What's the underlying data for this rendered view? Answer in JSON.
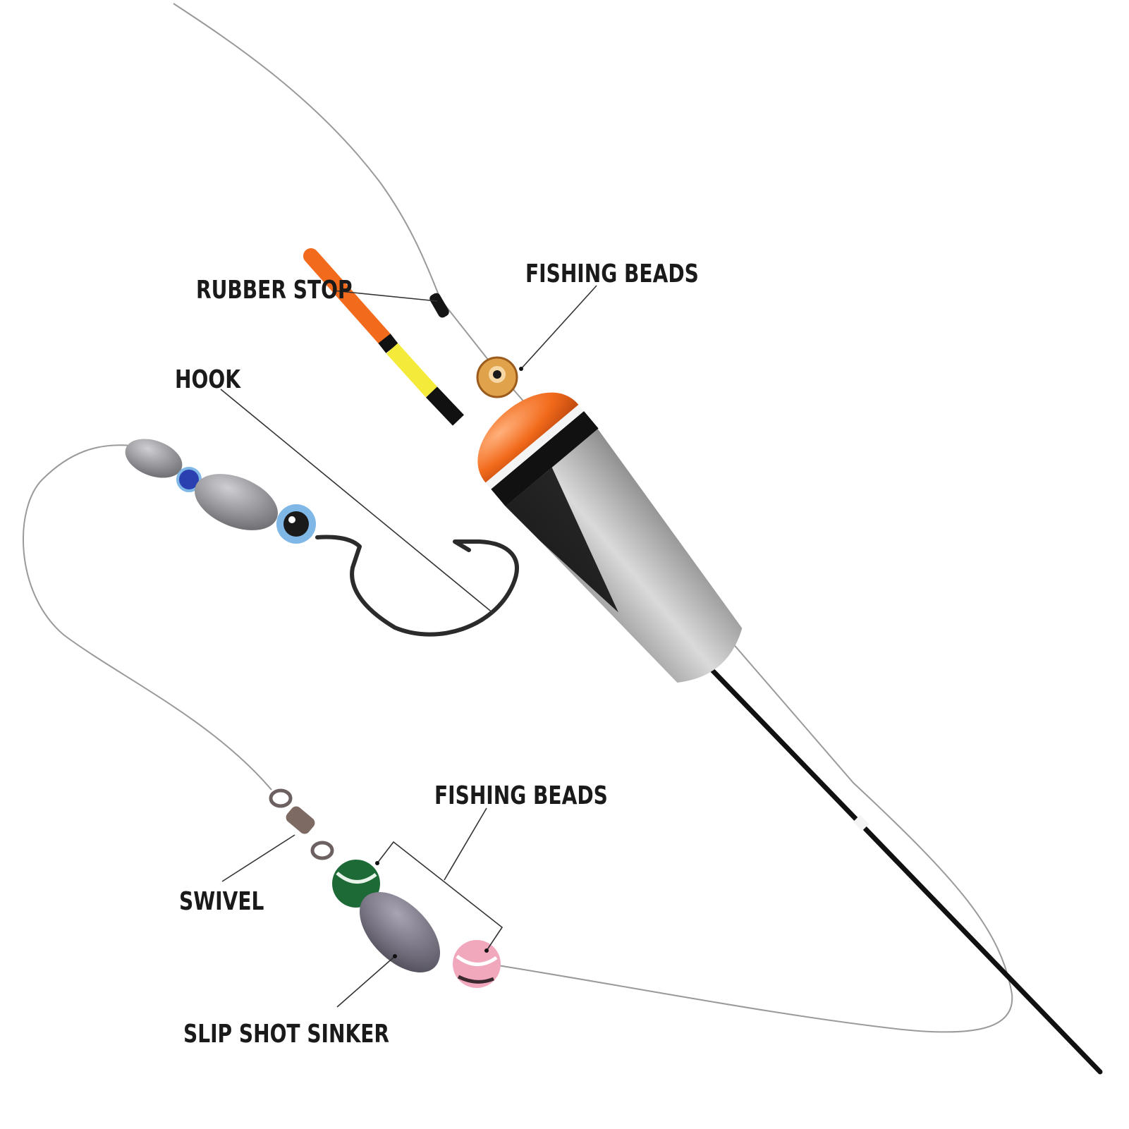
{
  "labels": {
    "rubber_stop": "RUBBER STOP",
    "fishing_beads_top": "FISHING BEADS",
    "hook": "HOOK",
    "fishing_beads_bottom": "FISHING BEADS",
    "swivel": "SWIVEL",
    "slip_shot_sinker": "SLIP SHOT SINKER"
  },
  "colors": {
    "float_top": "#f07a3a",
    "float_band_black": "#111111",
    "float_body": "#c7c7c7",
    "antenna_orange": "#f26a1b",
    "antenna_yellow": "#f4ea3a",
    "bead_orange": "#e0a24a",
    "bead_blue": "#2a3fb0",
    "bead_light_blue": "#7fb7e6",
    "bead_green": "#1d6a37",
    "bead_pink": "#f1a8bd",
    "sinker": "#8a8a8e",
    "line": "#9a9a9a"
  }
}
